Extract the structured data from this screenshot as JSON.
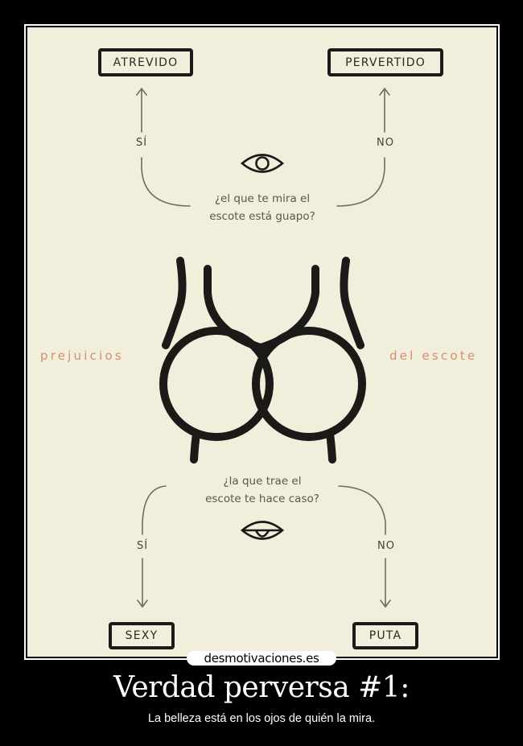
{
  "poster": {
    "top_question": {
      "line1": "¿el que te mira el",
      "line2": "escote está guapo?",
      "icon": "open-eye-icon",
      "yes_label": "SÍ",
      "no_label": "NO",
      "yes_result": "ATREVIDO",
      "no_result": "PERVERTIDO"
    },
    "center": {
      "left_word": "prejuicios",
      "right_word": "del escote",
      "icon": "cleavage-outline-icon",
      "accent_color": "#d48f70"
    },
    "bottom_question": {
      "line1": "¿la que trae el",
      "line2": "escote te hace caso?",
      "icon": "half-closed-eye-icon",
      "yes_label": "SÍ",
      "no_label": "NO",
      "yes_result": "SEXY",
      "no_result": "PUTA"
    },
    "background_color": "#f1eedc"
  },
  "watermark": "desmotivaciones.es",
  "caption": {
    "title": "Verdad perversa #1:",
    "subtitle": "La belleza está en los ojos de quién la mira."
  }
}
